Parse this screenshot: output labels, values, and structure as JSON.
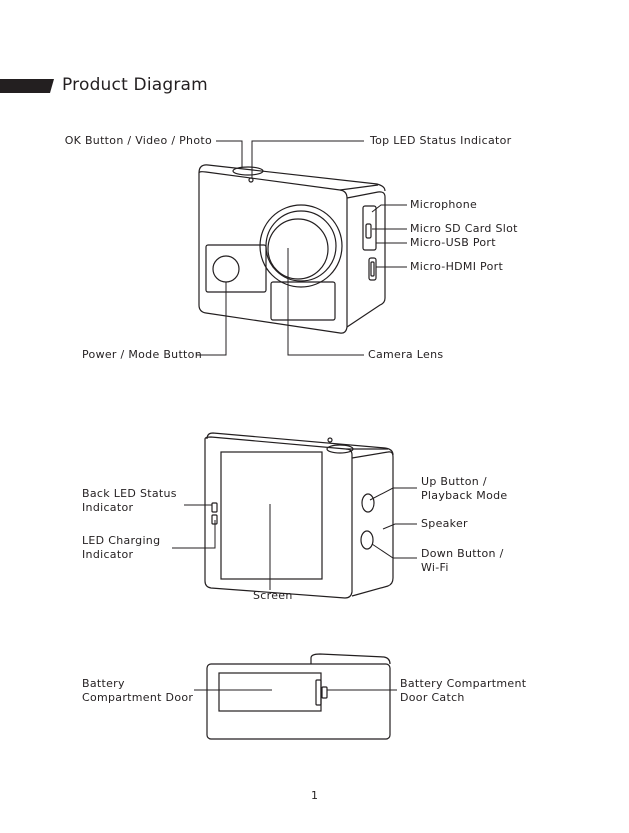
{
  "header": {
    "title": "Product Diagram"
  },
  "front_view": {
    "labels": {
      "ok_button": "OK Button / Video / Photo",
      "top_led": "Top LED Status Indicator",
      "microphone": "Microphone",
      "micro_sd": "Micro SD Card Slot",
      "micro_usb": "Micro-USB Port",
      "micro_hdmi": "Micro-HDMI Port",
      "power_mode": "Power / Mode Button",
      "camera_lens": "Camera Lens"
    }
  },
  "back_view": {
    "labels": {
      "back_led_1": "Back LED Status",
      "back_led_2": "Indicator",
      "led_charging_1": "LED Charging",
      "led_charging_2": "Indicator",
      "up_button_1": "Up Button /",
      "up_button_2": "Playback Mode",
      "speaker": "Speaker",
      "down_button_1": "Down Button /",
      "down_button_2": "Wi-Fi",
      "screen": "Screen"
    }
  },
  "bottom_view": {
    "labels": {
      "battery_door_1": "Battery",
      "battery_door_2": "Compartment Door",
      "battery_catch_1": "Battery Compartment",
      "battery_catch_2": "Door Catch"
    }
  },
  "footer": {
    "page_number": "1"
  }
}
